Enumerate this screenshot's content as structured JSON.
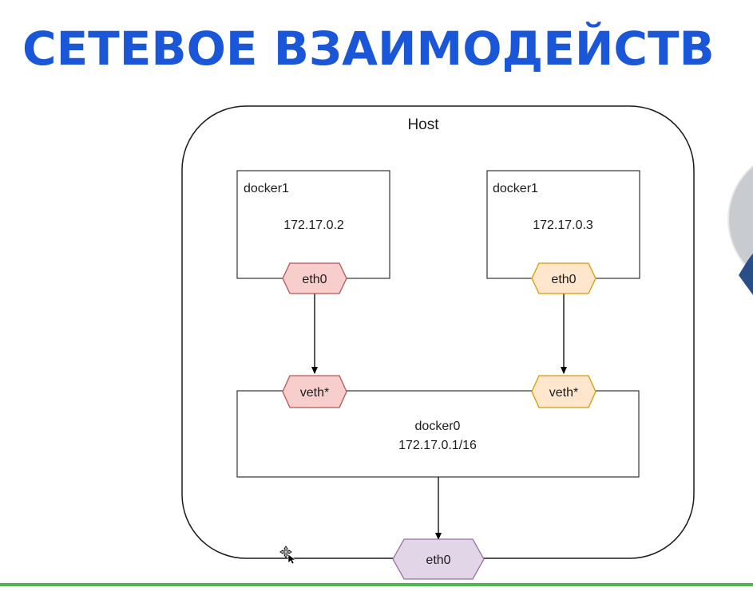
{
  "slide": {
    "title": "СЕТЕВОЕ ВЗАИМОДЕЙСТВ"
  },
  "diagram": {
    "host_label": "Host",
    "containers": [
      {
        "name": "docker1",
        "ip": "172.17.0.2",
        "iface": "eth0",
        "color": "#f8cecc",
        "stroke": "#b85450"
      },
      {
        "name": "docker1",
        "ip": "172.17.0.3",
        "iface": "eth0",
        "color": "#ffe6cc",
        "stroke": "#d79b00"
      }
    ],
    "veth": [
      {
        "label": "veth*",
        "color": "#f8cecc",
        "stroke": "#b85450"
      },
      {
        "label": "veth*",
        "color": "#ffe6cc",
        "stroke": "#d79b00"
      }
    ],
    "bridge": {
      "name": "docker0",
      "subnet": "172.17.0.1/16"
    },
    "host_iface": {
      "label": "eth0",
      "color": "#e1d5e7",
      "stroke": "#9673a6"
    }
  }
}
